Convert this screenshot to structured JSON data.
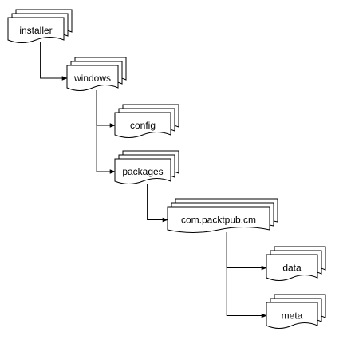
{
  "diagram": {
    "nodes": [
      {
        "id": "installer",
        "label": "installer"
      },
      {
        "id": "windows",
        "label": "windows"
      },
      {
        "id": "config",
        "label": "config"
      },
      {
        "id": "packages",
        "label": "packages"
      },
      {
        "id": "com-packtpub-cm",
        "label": "com.packtpub.cm"
      },
      {
        "id": "data",
        "label": "data"
      },
      {
        "id": "meta",
        "label": "meta"
      }
    ],
    "edges": [
      {
        "from": "installer",
        "to": "windows"
      },
      {
        "from": "windows",
        "to": "config"
      },
      {
        "from": "windows",
        "to": "packages"
      },
      {
        "from": "packages",
        "to": "com-packtpub-cm"
      },
      {
        "from": "com-packtpub-cm",
        "to": "data"
      },
      {
        "from": "com-packtpub-cm",
        "to": "meta"
      }
    ]
  }
}
